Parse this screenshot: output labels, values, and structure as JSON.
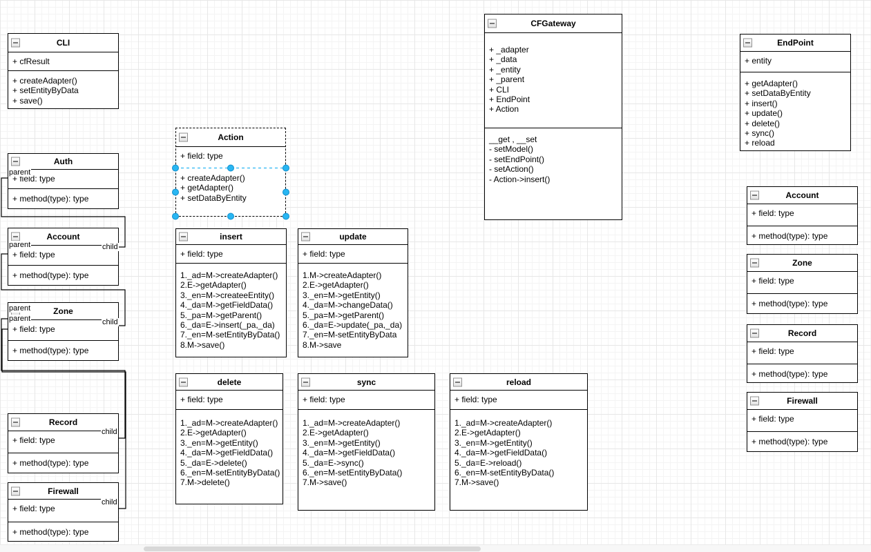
{
  "app": {
    "type": "uml-class-diagram",
    "background_color": "#ffffff",
    "stroke_color": "#000000",
    "selection_handle_color": "#29b6f2"
  },
  "labels": {
    "parent": "parent",
    "child": "child"
  },
  "classes": [
    {
      "title": "CLI",
      "fields": [
        "+ cfResult"
      ],
      "methods": [
        "+ createAdapter()",
        "+ setEntityByData",
        "+ save()"
      ]
    },
    {
      "title": "Auth",
      "fields": [
        "+ field: type"
      ],
      "methods": [
        "+ method(type): type"
      ]
    },
    {
      "title": "Account",
      "fields": [
        "+ field: type"
      ],
      "methods": [
        "+ method(type): type"
      ]
    },
    {
      "title": "Zone",
      "fields": [
        "+ field: type"
      ],
      "methods": [
        "+ method(type): type"
      ]
    },
    {
      "title": "Record",
      "fields": [
        "+ field: type"
      ],
      "methods": [
        "+ method(type): type"
      ]
    },
    {
      "title": "Firewall",
      "fields": [
        "+ field: type"
      ],
      "methods": [
        "+ method(type): type"
      ]
    },
    {
      "title": "Action",
      "fields": [
        "+ field: type"
      ],
      "methods": [
        "+ createAdapter()",
        "+ getAdapter()",
        "+ setDataByEntity"
      ]
    },
    {
      "title": "insert",
      "fields": [
        "+ field: type"
      ],
      "methods": [
        "1._ad=M->createAdapter()",
        "2.E->getAdapter()",
        "3._en=M->createeEntity()",
        "4._da=M->getFieldData()",
        "5._pa=M->getParent()",
        "6._da=E->insert(_pa,_da)",
        "7._en=M-setEntityByData()",
        "8.M->save()"
      ]
    },
    {
      "title": "update",
      "fields": [
        "+ field: type"
      ],
      "methods": [
        "1.M->createAdapter()",
        "2.E->getAdapter()",
        "3._en=M->getEntity()",
        "4._da=M->changeData()",
        "5._pa=M->getParent()",
        "6._da=E->update(_pa,_da)",
        "7._en=M-setEntityByData",
        "8.M->save"
      ]
    },
    {
      "title": "delete",
      "fields": [
        "+ field: type"
      ],
      "methods": [
        "1._ad=M->createAdapter()",
        "2.E->getAdapter()",
        "3._en=M->getEntity()",
        "4._da=M->getFieldData()",
        "5._da=E->delete()",
        "6._en=M-setEntityByData()",
        "7.M->delete()"
      ]
    },
    {
      "title": "sync",
      "fields": [
        "+ field: type"
      ],
      "methods": [
        "1._ad=M->createAdapter()",
        "2.E->getAdapter()",
        "3._en=M->getEntity()",
        "4._da=M->getFieldData()",
        "5._da=E->sync()",
        "6._en=M-setEntityByData()",
        "7.M->save()"
      ]
    },
    {
      "title": "reload",
      "fields": [
        "+ field: type"
      ],
      "methods": [
        "1._ad=M->createAdapter()",
        "2.E->getAdapter()",
        "3._en=M->getEntity()",
        "4._da=M->getFieldData()",
        "5._da=E->reload()",
        "6._en=M-setEntityByData()",
        "7.M->save()"
      ]
    },
    {
      "title": "CFGateway",
      "fields": [
        "+ _adapter",
        "+ _data",
        "+ _entity",
        "+ _parent",
        "+ CLI",
        "+ EndPoint",
        "+ Action"
      ],
      "methods": [
        "__get , __set",
        "- setModel()",
        "- setEndPoint()",
        "- setAction()",
        "- Action->insert()"
      ]
    },
    {
      "title": "EndPoint",
      "fields": [
        "+ entity"
      ],
      "methods": [
        "+ getAdapter()",
        "+ setDataByEntity",
        "+ insert()",
        "+ update()",
        "+ delete()",
        "+ sync()",
        "+ reload"
      ]
    },
    {
      "title": "Account",
      "fields": [
        "+ field: type"
      ],
      "methods": [
        "+ method(type): type"
      ]
    },
    {
      "title": "Zone",
      "fields": [
        "+ field: type"
      ],
      "methods": [
        "+ method(type): type"
      ]
    },
    {
      "title": "Record",
      "fields": [
        "+ field: type"
      ],
      "methods": [
        "+ method(type): type"
      ]
    },
    {
      "title": "Firewall",
      "fields": [
        "+ field: type"
      ],
      "methods": [
        "+ method(type): type"
      ]
    }
  ]
}
